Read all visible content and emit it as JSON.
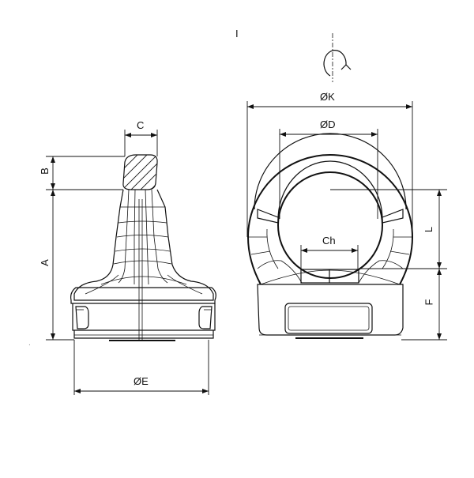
{
  "drawing": {
    "title_mark": "I",
    "views": {
      "side_view": {
        "labels": {
          "c": "C",
          "b": "B",
          "a": "A",
          "e": "ØE"
        }
      },
      "front_view": {
        "labels": {
          "k": "ØK",
          "d": "ØD",
          "ch": "Ch",
          "l": "L",
          "f": "F"
        },
        "rotation_symbol": "rotation-arrow-icon"
      }
    },
    "stray_mark": "."
  },
  "colors": {
    "line": "#111111",
    "background": "#ffffff"
  }
}
